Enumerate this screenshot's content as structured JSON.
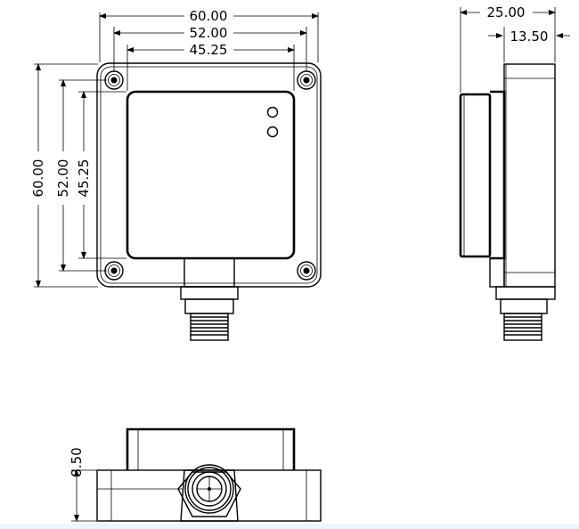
{
  "front_view": {
    "dim_outer_width": "60.00",
    "dim_hole_spacing_width": "52.00",
    "dim_lid_width": "45.25",
    "dim_outer_height": "60.00",
    "dim_hole_spacing_height": "52.00",
    "dim_lid_height": "45.25"
  },
  "side_view": {
    "dim_total_depth": "25.00",
    "dim_base_depth": "13.50"
  },
  "bottom_view": {
    "dim_base_height": "8.50"
  }
}
